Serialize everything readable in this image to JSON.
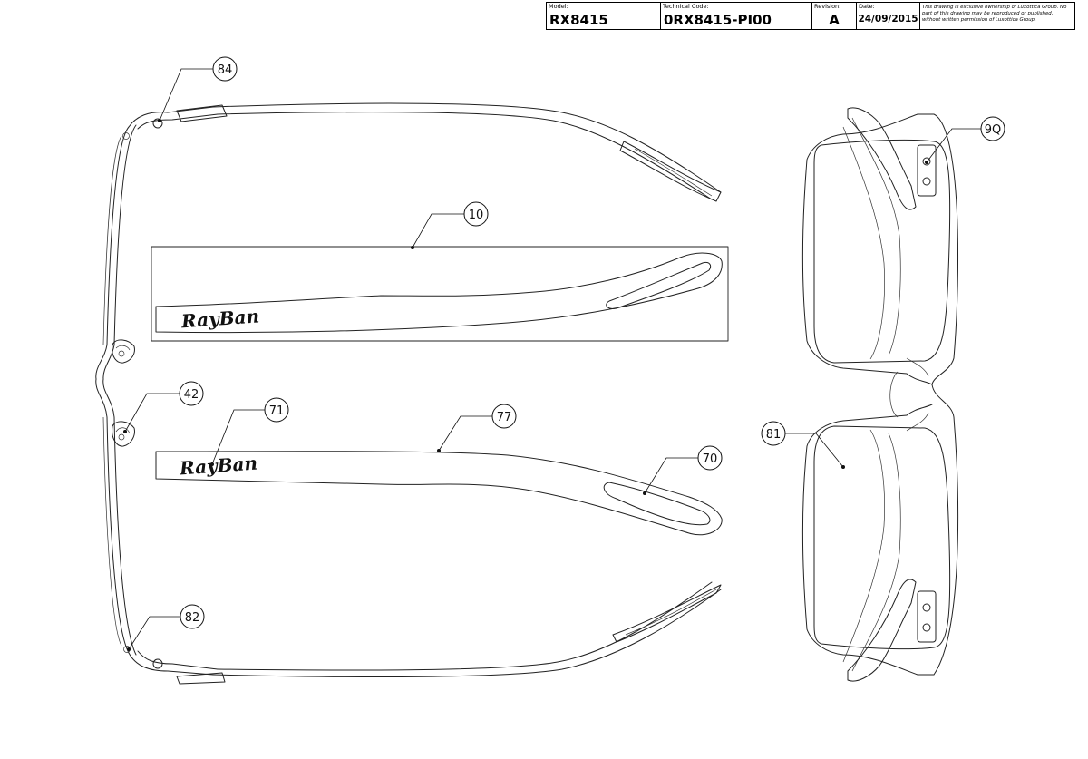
{
  "title_block": {
    "model_label": "Model:",
    "model_value": "RX8415",
    "technical_code_label": "Technical Code:",
    "technical_code_value": "0RX8415-PI00",
    "revision_label": "Revision:",
    "revision_value": "A",
    "date_label": "Date:",
    "date_value": "24/09/2015",
    "notice": "This drawing is exclusive ownership of Luxottica Group. No part of this drawing may be reproduced or published, without written permission of Luxottica Group."
  },
  "callouts": [
    "84",
    "10",
    "42",
    "71",
    "77",
    "70",
    "82",
    "9Q",
    "81"
  ],
  "logo": {
    "text": "RayBan"
  },
  "colors": {
    "line": "#222222",
    "background": "#ffffff"
  }
}
